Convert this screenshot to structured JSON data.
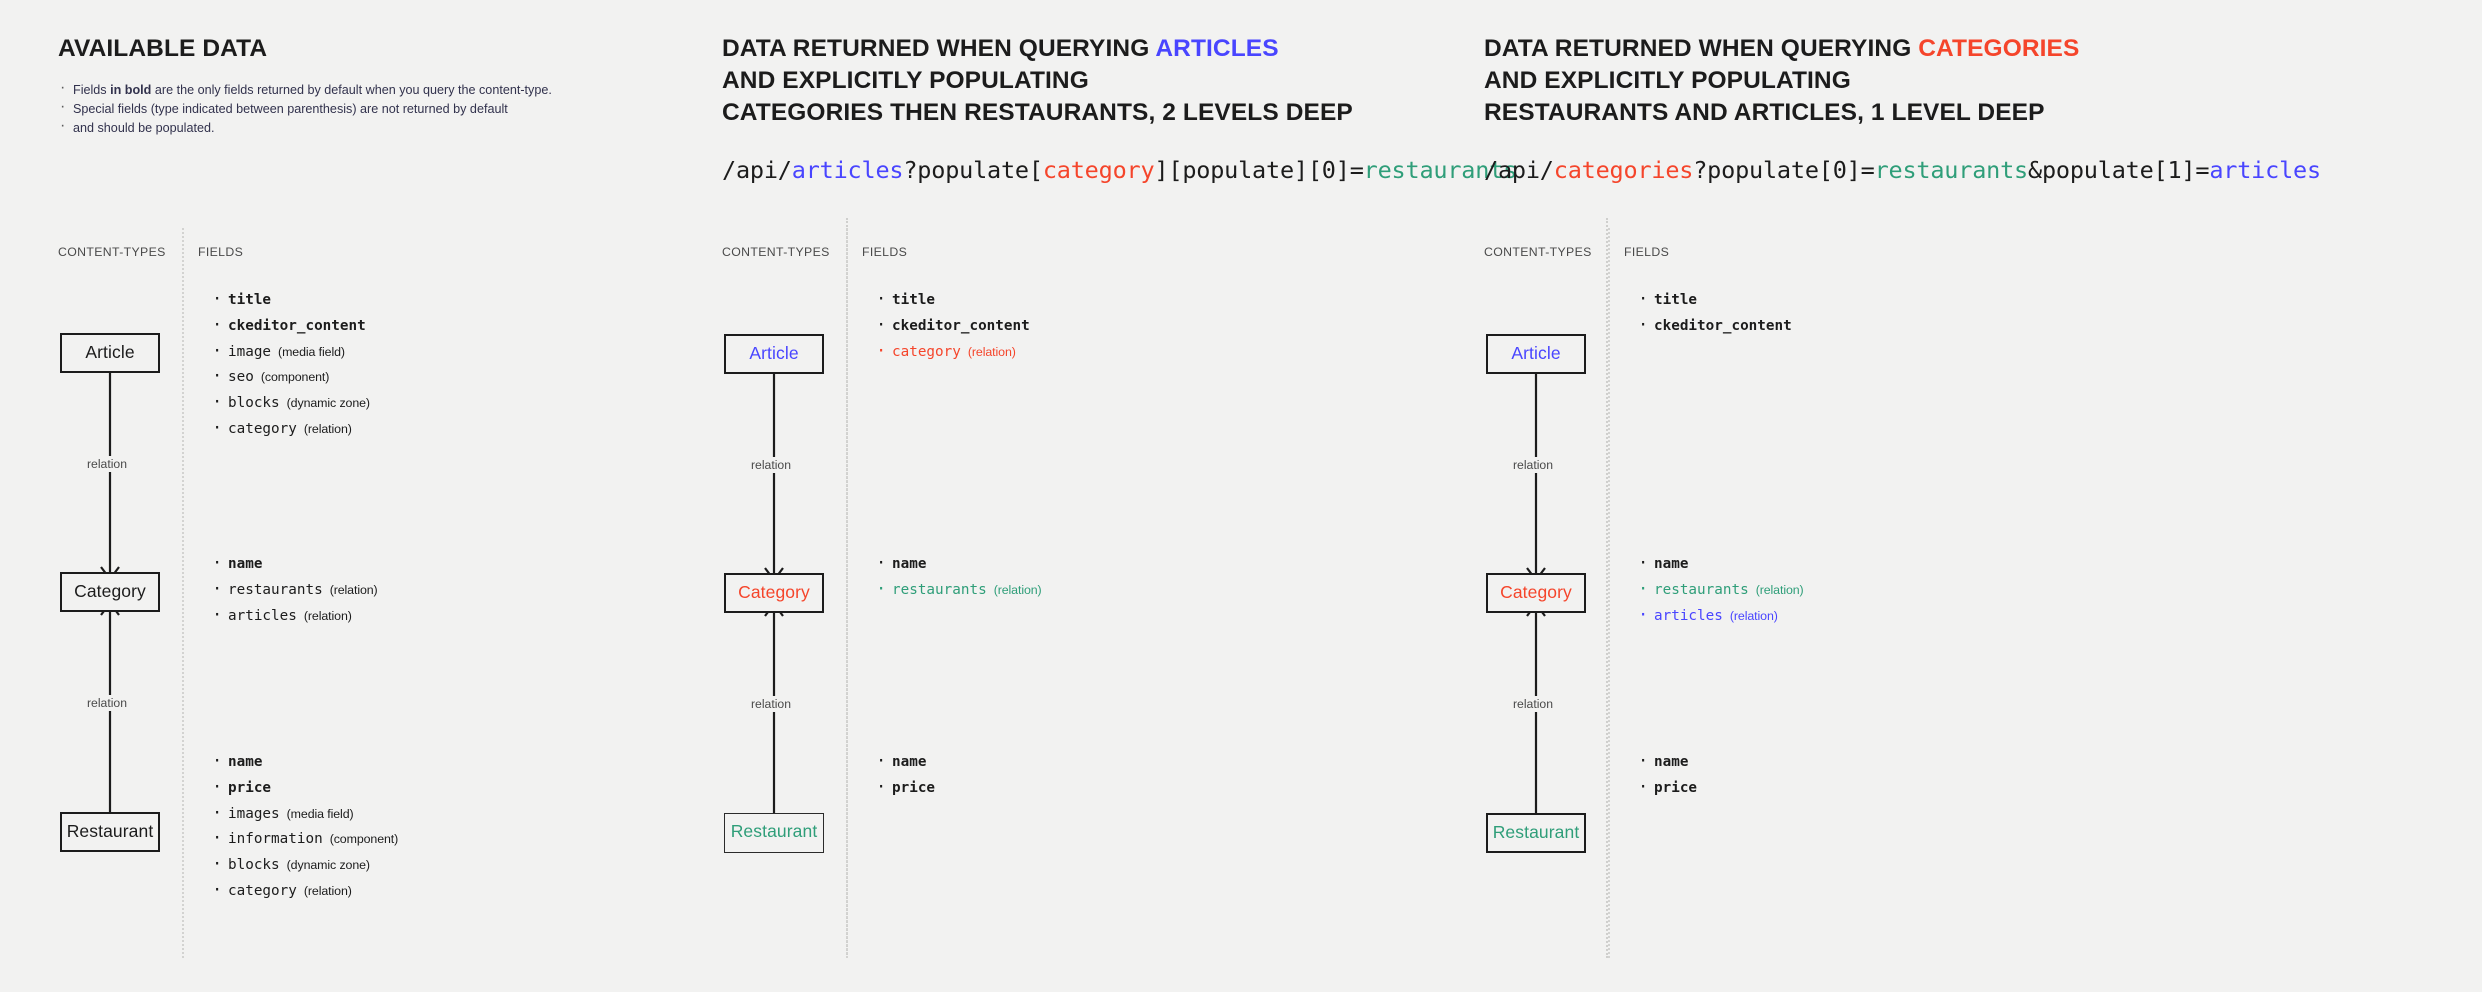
{
  "panels": [
    {
      "id": "available-data",
      "title_parts": [
        {
          "text": "AVAILABLE DATA",
          "color": "default"
        }
      ],
      "title_lines": [
        "AVAILABLE DATA"
      ],
      "legend": [
        {
          "pre": "Fields ",
          "bold": "in bold",
          "post": " are the only fields returned by default when you query the content-type."
        },
        {
          "pre": "Special fields (type indicated between parenthesis) are not returned by default",
          "bold": "",
          "post": ""
        },
        {
          "pre": "and should be populated.",
          "bold": "",
          "post": "",
          "indent": true
        }
      ],
      "query": null,
      "col_content_types": "CONTENT-TYPES",
      "col_fields": "FIELDS",
      "relation_label": "relation",
      "nodes": [
        {
          "label": "Article",
          "color": "default",
          "style": "thick"
        },
        {
          "label": "Category",
          "color": "default",
          "style": "thick"
        },
        {
          "label": "Restaurant",
          "color": "default",
          "style": "thick"
        }
      ],
      "groups": [
        [
          {
            "name": "title",
            "type": "",
            "bold": true,
            "color": "default"
          },
          {
            "name": "ckeditor_content",
            "type": "",
            "bold": true,
            "color": "default"
          },
          {
            "name": "image",
            "type": "(media field)",
            "bold": false,
            "color": "default"
          },
          {
            "name": "seo",
            "type": "(component)",
            "bold": false,
            "color": "default"
          },
          {
            "name": "blocks",
            "type": "(dynamic zone)",
            "bold": false,
            "color": "default"
          },
          {
            "name": "category",
            "type": "(relation)",
            "bold": false,
            "color": "default"
          }
        ],
        [
          {
            "name": "name",
            "type": "",
            "bold": true,
            "color": "default"
          },
          {
            "name": "restaurants",
            "type": "(relation)",
            "bold": false,
            "color": "default"
          },
          {
            "name": "articles",
            "type": "(relation)",
            "bold": false,
            "color": "default"
          }
        ],
        [
          {
            "name": "name",
            "type": "",
            "bold": true,
            "color": "default"
          },
          {
            "name": "price",
            "type": "",
            "bold": true,
            "color": "default"
          },
          {
            "name": "images",
            "type": "(media field)",
            "bold": false,
            "color": "default"
          },
          {
            "name": "information",
            "type": "(component)",
            "bold": false,
            "color": "default"
          },
          {
            "name": "blocks",
            "type": "(dynamic zone)",
            "bold": false,
            "color": "default"
          },
          {
            "name": "category",
            "type": "(relation)",
            "bold": false,
            "color": "default"
          }
        ]
      ]
    },
    {
      "id": "query-articles",
      "title_parts": [
        {
          "text": "DATA RETURNED WHEN QUERYING ",
          "color": "default"
        },
        {
          "text": "ARTICLES",
          "color": "blue"
        }
      ],
      "title_lines": [
        "AND EXPLICITLY POPULATING",
        "CATEGORIES THEN RESTAURANTS, 2 LEVELS DEEP"
      ],
      "legend": [],
      "query": [
        {
          "text": "/api/",
          "color": "default"
        },
        {
          "text": "articles",
          "color": "blue"
        },
        {
          "text": "?populate[",
          "color": "default"
        },
        {
          "text": "category",
          "color": "red"
        },
        {
          "text": "][populate][0]=",
          "color": "default"
        },
        {
          "text": "restaurants",
          "color": "green"
        }
      ],
      "col_content_types": "CONTENT-TYPES",
      "col_fields": "FIELDS",
      "relation_label": "relation",
      "nodes": [
        {
          "label": "Article",
          "color": "blue",
          "style": "thick"
        },
        {
          "label": "Category",
          "color": "red",
          "style": "thick"
        },
        {
          "label": "Restaurant",
          "color": "green",
          "style": "thin"
        }
      ],
      "groups": [
        [
          {
            "name": "title",
            "type": "",
            "bold": true,
            "color": "default"
          },
          {
            "name": "ckeditor_content",
            "type": "",
            "bold": true,
            "color": "default"
          },
          {
            "name": "category",
            "type": "(relation)",
            "bold": false,
            "color": "red"
          }
        ],
        [
          {
            "name": "name",
            "type": "",
            "bold": true,
            "color": "default"
          },
          {
            "name": "restaurants",
            "type": "(relation)",
            "bold": false,
            "color": "green"
          }
        ],
        [
          {
            "name": "name",
            "type": "",
            "bold": true,
            "color": "default"
          },
          {
            "name": "price",
            "type": "",
            "bold": true,
            "color": "default"
          }
        ]
      ]
    },
    {
      "id": "query-categories",
      "title_parts": [
        {
          "text": "DATA RETURNED WHEN QUERYING ",
          "color": "default"
        },
        {
          "text": "CATEGORIES",
          "color": "red"
        }
      ],
      "title_lines": [
        "AND EXPLICITLY POPULATING",
        "RESTAURANTS AND ARTICLES, 1 LEVEL DEEP"
      ],
      "legend": [],
      "query": [
        {
          "text": "/api/",
          "color": "default"
        },
        {
          "text": "categories",
          "color": "red"
        },
        {
          "text": "?populate[0]=",
          "color": "default"
        },
        {
          "text": "restaurants",
          "color": "green"
        },
        {
          "text": "&populate[1]=",
          "color": "default"
        },
        {
          "text": "articles",
          "color": "blue"
        }
      ],
      "col_content_types": "CONTENT-TYPES",
      "col_fields": "FIELDS",
      "relation_label": "relation",
      "nodes": [
        {
          "label": "Article",
          "color": "blue",
          "style": "thick"
        },
        {
          "label": "Category",
          "color": "red",
          "style": "thick"
        },
        {
          "label": "Restaurant",
          "color": "green",
          "style": "thick"
        }
      ],
      "groups": [
        [
          {
            "name": "title",
            "type": "",
            "bold": true,
            "color": "default"
          },
          {
            "name": "ckeditor_content",
            "type": "",
            "bold": true,
            "color": "default"
          }
        ],
        [
          {
            "name": "name",
            "type": "",
            "bold": true,
            "color": "default"
          },
          {
            "name": "restaurants",
            "type": "(relation)",
            "bold": false,
            "color": "green"
          },
          {
            "name": "articles",
            "type": "(relation)",
            "bold": false,
            "color": "blue"
          }
        ],
        [
          {
            "name": "name",
            "type": "",
            "bold": true,
            "color": "default"
          },
          {
            "name": "price",
            "type": "",
            "bold": true,
            "color": "default"
          }
        ]
      ]
    }
  ],
  "colors": {
    "background": "#f2f2f1",
    "text": "#1c1c1c",
    "blue": "#4945ff",
    "red": "#f5452b",
    "green": "#2f9e79",
    "muted": "#4a4a4a",
    "divider": "#d3d3d1"
  }
}
